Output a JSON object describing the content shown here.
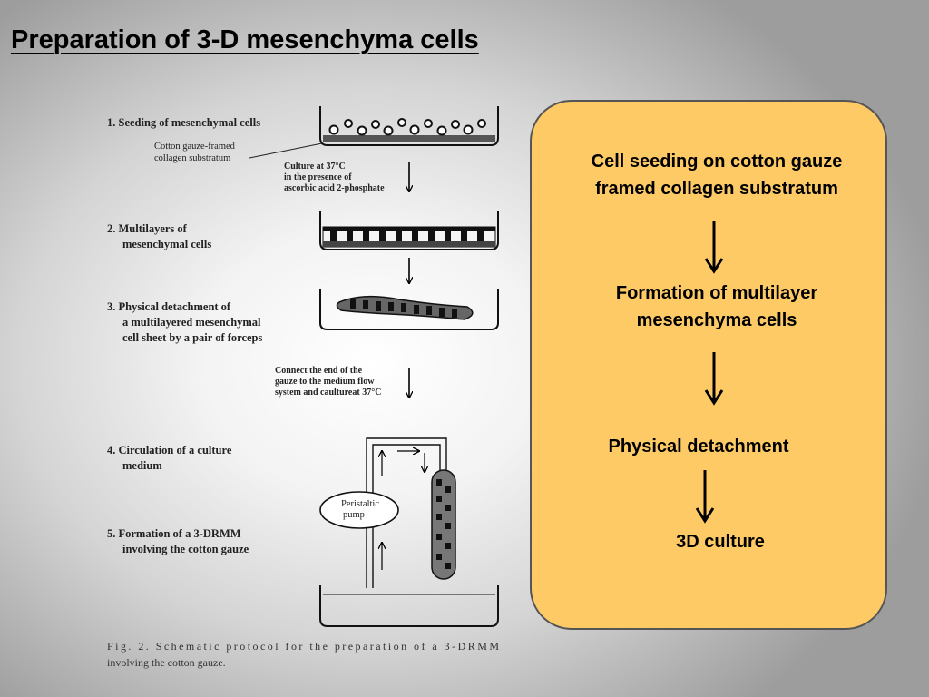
{
  "slide": {
    "title": "Preparation of 3-D mesenchyma cells"
  },
  "figure": {
    "steps": [
      [
        "1. Seeding of mesenchymal cells"
      ],
      [
        "2. Multilayers of",
        "mesenchymal cells"
      ],
      [
        "3. Physical detachment of",
        "a multilayered mesenchymal",
        "cell sheet by a pair of forceps"
      ],
      [
        "4. Circulation of a culture",
        "medium"
      ],
      [
        "5. Formation of a 3-DRMM",
        "involving the cotton gauze"
      ]
    ],
    "annotations": {
      "gauze": [
        "Cotton gauze-framed",
        "collagen substratum"
      ],
      "culture": [
        "Culture at 37°C",
        "in  the presence of",
        "ascorbic acid 2-phosphate"
      ],
      "connect": [
        "Connect the end of the",
        "gauze to the medium flow",
        "system and caultureat 37°C"
      ],
      "pump": [
        "Peristaltic",
        "pump"
      ]
    },
    "caption": [
      "Fig. 2.  Schematic  protocol  for  the  preparation  of  a  3-DRMM",
      "involving the cotton gauze."
    ]
  },
  "summary": {
    "steps": [
      [
        "Cell seeding on cotton gauze",
        "framed collagen substratum"
      ],
      [
        "Formation of multilayer",
        "mesenchyma cells"
      ],
      [
        "Physical detachment"
      ],
      [
        "3D culture"
      ]
    ],
    "box_color": "#fdca66"
  }
}
